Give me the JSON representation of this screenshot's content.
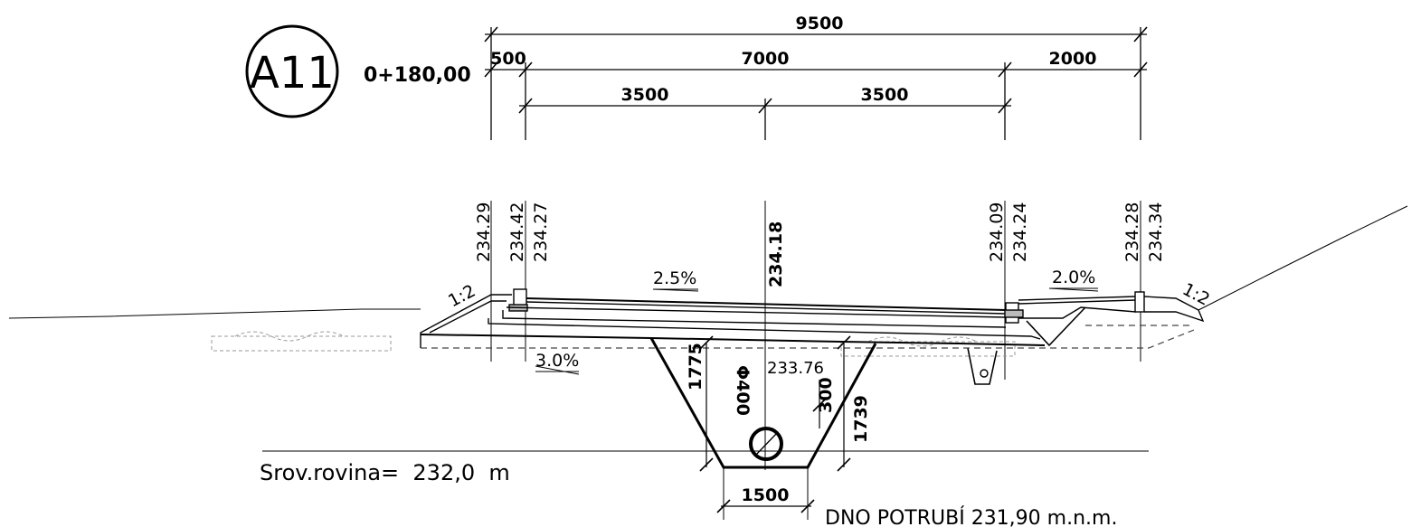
{
  "section": {
    "label": "A11",
    "chainage": "0+180,00"
  },
  "dimensions": {
    "total": "9500",
    "left_verge": "500",
    "carriageway": "7000",
    "right_verge": "2000",
    "lane_left": "3500",
    "lane_right": "3500"
  },
  "elevations": {
    "e1": "234.29",
    "e2": "234.42",
    "e3": "234.27",
    "axis": "234.18",
    "e4": "234.09",
    "e5": "234.24",
    "e6": "234.28",
    "e7": "234.34",
    "subgrade_axis": "233.76"
  },
  "slopes": {
    "road": "2.5%",
    "sidewalk": "2.0%",
    "subgrade": "3.0%",
    "embankment_left": "1:2",
    "embankment_right": "1:2"
  },
  "trench": {
    "depth_left": "1775",
    "depth_right": "1739",
    "cover": "300",
    "pipe": "Φ400",
    "bottom_width": "1500",
    "pipe_invert_note": "DNO POTRUBÍ 231,90 m.n.m."
  },
  "datum": {
    "label": "Srov.rovina=  232,0  m"
  }
}
